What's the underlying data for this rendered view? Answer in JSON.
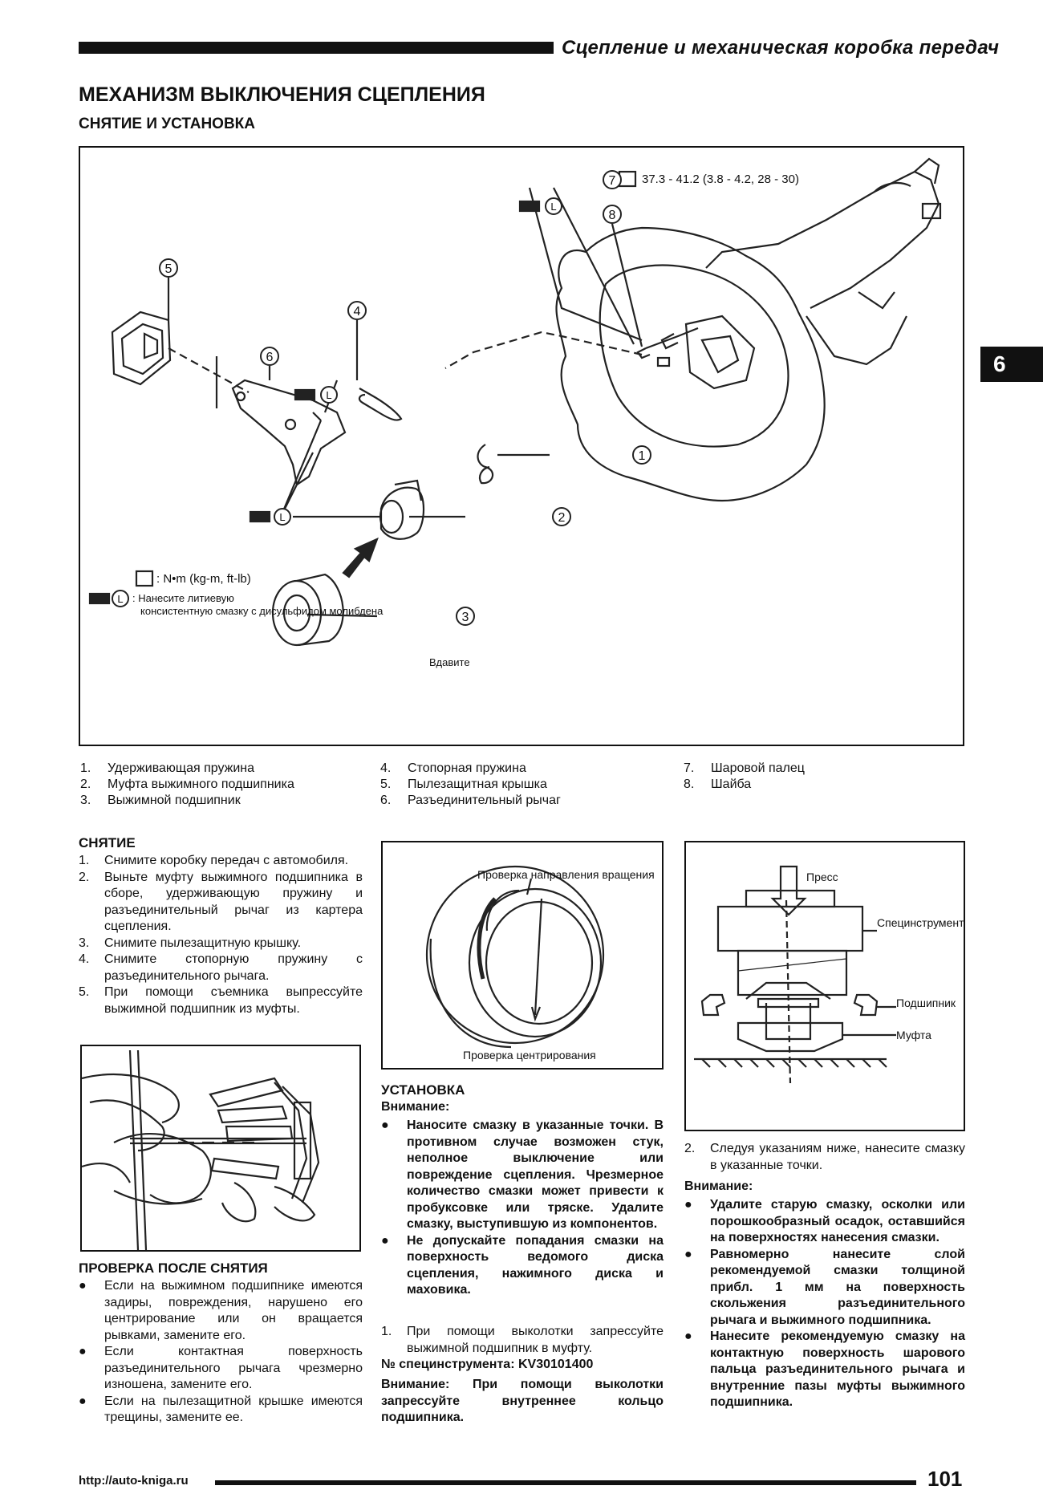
{
  "header": {
    "title": "Сцепление и механическая коробка передач"
  },
  "chapter_tab": "6",
  "title": "МЕХАНИЗМ ВЫКЛЮЧЕНИЯ СЦЕПЛЕНИЯ",
  "subtitle": "СНЯТИЕ И УСТАНОВКА",
  "main_figure": {
    "callouts": [
      "1",
      "2",
      "3",
      "4",
      "5",
      "6",
      "7",
      "8"
    ],
    "torque_spec": "37.3 - 41.2 (3.8 - 4.2, 28 - 30)",
    "push_label": "Вдавите",
    "lube_symbol": "L",
    "legend_torque": ": N•m (kg-m, ft-lb)",
    "legend_lube_1": ": Нанесите литиевую",
    "legend_lube_2": "консистентную смазку с дисульфидом молибдена"
  },
  "parts_legend": {
    "col1": [
      {
        "num": "1.",
        "text": "Удерживающая пружина"
      },
      {
        "num": "2.",
        "text": "Муфта выжимного подшипника"
      },
      {
        "num": "3.",
        "text": "Выжимной подшипник"
      }
    ],
    "col2": [
      {
        "num": "4.",
        "text": "Стопорная пружина"
      },
      {
        "num": "5.",
        "text": "Пылезащитная крышка"
      },
      {
        "num": "6.",
        "text": "Разъединительный рычаг"
      }
    ],
    "col3": [
      {
        "num": "7.",
        "text": "Шаровой палец"
      },
      {
        "num": "8.",
        "text": "Шайба"
      }
    ]
  },
  "removal": {
    "heading": "СНЯТИЕ",
    "steps": [
      {
        "num": "1.",
        "text": "Снимите коробку передач с автомобиля."
      },
      {
        "num": "2.",
        "text": "Выньте муфту выжимного подшипника в сборе, удерживающую пружину и разъединительный рычаг из картера сцепления."
      },
      {
        "num": "3.",
        "text": "Снимите пылезащитную крышку."
      },
      {
        "num": "4.",
        "text": "Снимите стопорную пружину с разъединительного рычага."
      },
      {
        "num": "5.",
        "text": "При помощи съемника выпрессуйте выжимной подшипник из муфты."
      }
    ]
  },
  "inspection": {
    "heading": "ПРОВЕРКА ПОСЛЕ СНЯТИЯ",
    "bullet": "●",
    "items": [
      "Если на выжимном подшипнике имеются задиры, повреждения, нарушено его центрирование или он вращается рывками, замените его.",
      "Если контактная поверхность разъединительного рычага чрезмерно изношена, замените его.",
      "Если на пылезащитной крышке имеются трещины, замените ее."
    ]
  },
  "bearing_figure": {
    "label_rotation": "Проверка направления вращения",
    "label_centering": "Проверка центрирования"
  },
  "installation": {
    "heading": "УСТАНОВКА",
    "caution_label": "Внимание:",
    "bullet": "●",
    "cautions": [
      "Наносите смазку в указанные точки. В противном случае возможен стук, неполное выключение или повреждение сцепления. Чрезмерное количество смазки может привести к пробуксовке или тряске. Удалите смазку, выступившую из компонентов.",
      "Не допускайте попадания смазки на поверхность ведомого диска сцепления, нажимного диска и маховика."
    ],
    "step1_num": "1.",
    "step1_text": "При помощи выколотки запрессуйте выжимной подшипник в муфту.",
    "tool_line": "№ специнструмента: KV30101400",
    "caution2": "Внимание: При помощи выколотки запрессуйте внутреннее кольцо подшипника."
  },
  "press_figure": {
    "label_press": "Пресс",
    "label_tool": "Специнструмент",
    "label_bearing": "Подшипник",
    "label_sleeve": "Муфта"
  },
  "right_col": {
    "step2_num": "2.",
    "step2_text": "Следуя указаниям ниже, нанесите смазку в указанные точки.",
    "caution_label": "Внимание:",
    "bullet": "●",
    "cautions": [
      "Удалите старую смазку, осколки или порошкообразный осадок, оставшийся на поверхностях нанесения смазки.",
      "Равномерно нанесите слой рекомендуемой смазки толщиной прибл. 1 мм на поверхность скольжения разъединительного рычага и выжимного подшипника.",
      "Нанесите рекомендуемую смазку на контактную поверхность шарового пальца разъединительного рычага и внутренние пазы муфты выжимного подшипника."
    ]
  },
  "footer": {
    "url": "http://auto-kniga.ru",
    "page": "101"
  }
}
